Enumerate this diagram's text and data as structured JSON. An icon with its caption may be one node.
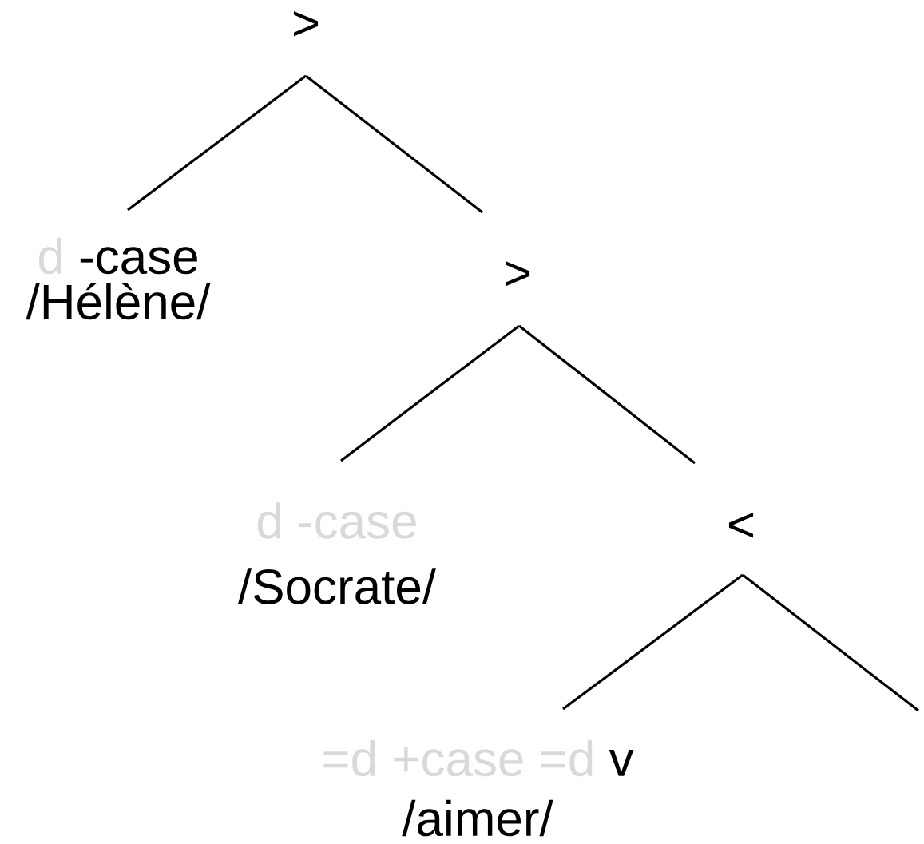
{
  "diagram": {
    "nodes": [
      {
        "text": [
          ">"
        ]
      },
      {
        "text": [
          "d",
          "-case",
          "/Hélène/"
        ]
      },
      {
        "text": [
          ">"
        ]
      },
      {
        "text": [
          "d -case",
          "/Socrate/"
        ]
      },
      {
        "text": [
          "<"
        ]
      },
      {
        "text": [
          "=d +case =d",
          "v",
          "/aimer/"
        ]
      }
    ],
    "edges": [
      {
        "from": 0,
        "to": 1,
        "arrow": "none"
      },
      {
        "from": 0,
        "to": 2,
        "arrow": "none"
      },
      {
        "from": 2,
        "to": 3,
        "arrow": "none"
      },
      {
        "from": 2,
        "to": 4,
        "arrow": "none"
      },
      {
        "from": 4,
        "to": 5,
        "arrow": "none"
      },
      {
        "from": 4,
        "to": null,
        "arrow": "none"
      }
    ]
  }
}
